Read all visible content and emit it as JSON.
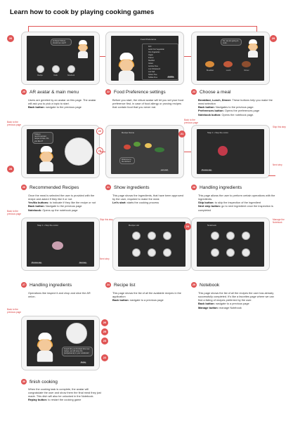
{
  "title": "Learn how to cook by playing cooking games",
  "colors": {
    "accent": "#e05555",
    "frame": "#f6f6f6",
    "screen": "#2b2b2b",
    "text": "#333333"
  },
  "sections": [
    {
      "number": "25",
      "title": "AR avatar & main menu",
      "body": [
        {
          "text": "Users are greeted by an avatar on this page. The avatar will ask you to pick a topic to start."
        },
        {
          "bold": "Back button:",
          "text": " navigate to the previous page"
        }
      ]
    },
    {
      "number": "22",
      "title": "Food Preference settings",
      "body": [
        {
          "text": "Before you start, the virtual avatar will let you set your food preference first, in case of food allergy or proving recipes that contain food that you never eat."
        }
      ]
    },
    {
      "number": "23",
      "title": "Choose a meal",
      "body": [
        {
          "bold": "Breakfast, Lunch, Dinner:",
          "text": " These buttons help you make the meal selection"
        },
        {
          "bold": "Back button:",
          "text": " Navigates to the previous page."
        },
        {
          "bold": "Preferences button:",
          "text": " Opens the preferences page"
        },
        {
          "bold": "Notebook button:",
          "text": " Opens the notebook page."
        }
      ]
    },
    {
      "number": "26",
      "title": "Recommended Recipes",
      "body": [
        {
          "text": "Once the meal is selected the user is provided with the recipe and asked if they like it or not."
        },
        {
          "bold": "Yes/No buttons:",
          "text": " to indicate if they like the recipe or not"
        },
        {
          "bold": "Back button:",
          "text": " Navigate to the previous page"
        },
        {
          "bold": "Notebook:",
          "text": " Opens up the notebook page"
        }
      ]
    },
    {
      "number": "21",
      "title": "Show ingredients",
      "body": [
        {
          "text": "This page shows the ingredients, that have been approved by the user, required to make the meal."
        },
        {
          "bold": "Let's start:",
          "text": " starts the cooking process"
        }
      ]
    },
    {
      "number": "28",
      "title": "Handling ingredients",
      "body": [
        {
          "text": "This page allows the user to perform certain operations with the ingredients."
        },
        {
          "bold": "Skip button:",
          "text": " to skip the inspection of the ingredient"
        },
        {
          "bold": "Next step button:",
          "text": " go to next ingredient once the inspection is completed"
        }
      ]
    },
    {
      "number": "27",
      "title": "Handling ingredients",
      "body": [
        {
          "text": "Operations like inspect it and chop and slice the AR onion."
        }
      ]
    },
    {
      "number": "24",
      "title": "Recipe list",
      "body": [
        {
          "text": "This page shows the list of all the available recipes in the application"
        },
        {
          "bold": "Back button:",
          "text": " navigate to a previous page"
        }
      ]
    },
    {
      "number": "29",
      "title": "Notebook",
      "body": [
        {
          "text": "This page shows the list of all the recipes the user has already successfully completed. It's like a favorites page where we can find a listing of recipes preferred by the user."
        },
        {
          "bold": "Back button:",
          "text": " navigate to a previous page"
        },
        {
          "bold": "Manage button:",
          "text": " manage Notebook"
        }
      ]
    },
    {
      "number": "30",
      "title": "finish cooking",
      "body": [
        {
          "text": "When the cooking task is complete, the avatar will congratulate the user and show them the final meal they just made. This dish will also be unlocked in the Notebook."
        },
        {
          "bold": "Replay button:",
          "text": " to restart the cooking game"
        }
      ]
    }
  ],
  "screens": {
    "s25": {
      "bubble": "Hi there! Where should we start?",
      "buttons": [
        "Recipe",
        "Cook",
        "Notebook"
      ]
    },
    "s22": {
      "header": "Food Preference",
      "items": [
        "Fish",
        "Lacto Ovo Vegetarian",
        "Ovo Vegetarian",
        "Vegan",
        "Peanut",
        "Shellfish",
        "Gluten",
        "Lactose Free",
        "Low Cholesterol",
        "Low Salt",
        "Gluten Free",
        "Sulfate Free",
        "Peanut Free"
      ],
      "confirm": "Confirm"
    },
    "s23": {
      "bubble": "So, we are going to cook...",
      "meals": [
        "Breakfast",
        "Lunch",
        "Dinner"
      ]
    },
    "s26": {
      "bubble": "Today's recommended recipe is here. Do you like it?"
    },
    "s21": {
      "header": "Recipe Name",
      "bubble": "Welcome to the kitchen!",
      "start": "Let's start"
    },
    "s28": {
      "header": "Step 1: chop the onion",
      "next": "Previous step"
    },
    "s27": {
      "header": "Step 1: chop the onion",
      "prev": "Previous step",
      "next": "Next step"
    },
    "s24": {
      "header": "Recipe List"
    },
    "s29": {
      "header": "Notebook"
    },
    "s30": {
      "bubble": "Great! We just finished this new recipe, we will save the [recipename] in your notebook!",
      "replay": "Replay"
    }
  },
  "callouts": {
    "back": "Back to the previous page",
    "skip": "Skip this step",
    "next": "Next step",
    "manage": "Manage the Notebook"
  },
  "badges": [
    "20",
    "21",
    "22",
    "23",
    "24",
    "25",
    "26",
    "27",
    "28",
    "29",
    "30"
  ]
}
